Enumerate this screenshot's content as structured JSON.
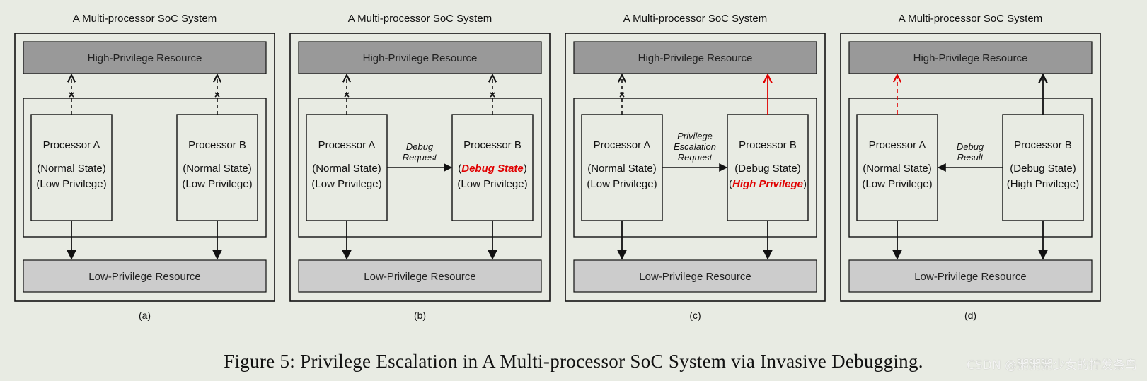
{
  "colors": {
    "high_resource_fill": "#999999",
    "low_resource_fill": "#cccccc",
    "highlight_red": "#e00000"
  },
  "panels": [
    {
      "system_title": "A Multi-processor SoC System",
      "high_resource": "High-Privilege Resource",
      "low_resource": "Low-Privilege Resource",
      "subfigure_label": "(a)",
      "processor_a": {
        "name": "Processor A",
        "state": "Normal State",
        "privilege": "Low Privilege"
      },
      "processor_b": {
        "name": "Processor B",
        "state": "Normal State",
        "privilege": "Low Privilege"
      },
      "link_lines": [],
      "link_direction": "none",
      "access_a": "blocked",
      "access_b": "blocked"
    },
    {
      "system_title": "A Multi-processor SoC System",
      "high_resource": "High-Privilege Resource",
      "low_resource": "Low-Privilege Resource",
      "subfigure_label": "(b)",
      "processor_a": {
        "name": "Processor A",
        "state": "Normal State",
        "privilege": "Low Privilege"
      },
      "processor_b": {
        "name": "Processor B",
        "state": "Debug State",
        "privilege": "Low Privilege",
        "highlight": "state"
      },
      "link_lines": [
        "Debug",
        "Request"
      ],
      "link_direction": "a-to-b",
      "access_a": "blocked",
      "access_b": "blocked"
    },
    {
      "system_title": "A Multi-processor SoC System",
      "high_resource": "High-Privilege Resource",
      "low_resource": "Low-Privilege Resource",
      "subfigure_label": "(c)",
      "processor_a": {
        "name": "Processor A",
        "state": "Normal State",
        "privilege": "Low Privilege"
      },
      "processor_b": {
        "name": "Processor B",
        "state": "Debug State",
        "privilege": "High Privilege",
        "highlight": "privilege"
      },
      "link_lines": [
        "Privilege",
        "Escalation",
        "Request"
      ],
      "link_direction": "a-to-b",
      "access_a": "blocked",
      "access_b": "granted-red"
    },
    {
      "system_title": "A Multi-processor SoC System",
      "high_resource": "High-Privilege Resource",
      "low_resource": "Low-Privilege Resource",
      "subfigure_label": "(d)",
      "processor_a": {
        "name": "Processor A",
        "state": "Normal State",
        "privilege": "Low Privilege"
      },
      "processor_b": {
        "name": "Processor B",
        "state": "Debug State",
        "privilege": "High Privilege"
      },
      "link_lines": [
        "Debug",
        "Result"
      ],
      "link_direction": "b-to-a",
      "access_a": "dashed-red",
      "access_b": "granted"
    }
  ],
  "caption": "Figure 5: Privilege Escalation in A Multi-processor SoC System via Invasive Debugging.",
  "watermark": "CSDN @粥粥粥少女的拧发条鸟"
}
